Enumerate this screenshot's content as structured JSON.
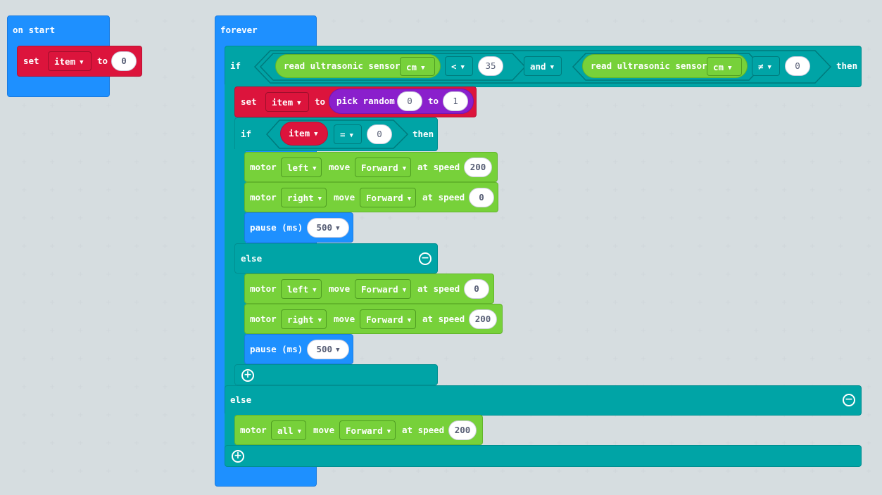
{
  "on_start": {
    "label": "on start",
    "set_label": "set",
    "var": "item",
    "to_label": "to",
    "value": "0"
  },
  "forever": {
    "label": "forever",
    "if_label": "if",
    "then_label": "then",
    "else_label": "else",
    "cond1": {
      "sensor": "read ultrasonic sensor",
      "unit": "cm",
      "op": "<",
      "value": "35"
    },
    "logic_op": "and",
    "cond2": {
      "sensor": "read ultrasonic sensor",
      "unit": "cm",
      "op": "≠",
      "value": "0"
    },
    "set_block": {
      "set_label": "set",
      "var": "item",
      "to_label": "to",
      "random_label": "pick random",
      "from": "0",
      "to_word": "to",
      "to": "1"
    },
    "inner_if": {
      "if_label": "if",
      "var": "item",
      "op": "=",
      "value": "0",
      "then_label": "then",
      "else_label": "else"
    },
    "motor_word": "motor",
    "move_word": "move",
    "at_speed_word": "at speed",
    "pause_label": "pause (ms)",
    "inner_then": [
      {
        "motor": "left",
        "dir": "Forward",
        "speed": "200"
      },
      {
        "motor": "right",
        "dir": "Forward",
        "speed": "0"
      }
    ],
    "inner_then_pause": "500",
    "inner_else": [
      {
        "motor": "left",
        "dir": "Forward",
        "speed": "0"
      },
      {
        "motor": "right",
        "dir": "Forward",
        "speed": "200"
      }
    ],
    "inner_else_pause": "500",
    "outer_else": {
      "motor": "all",
      "dir": "Forward",
      "speed": "200"
    }
  },
  "icons": {
    "add": "plus-circle-icon",
    "remove": "minus-circle-icon",
    "dropdown": "triangle-down-icon"
  },
  "colors": {
    "background": "#ecf0f1",
    "loops": "#1e90ff",
    "logic": "#00a4a6",
    "variables": "#dc143c",
    "motors": "#77d13a",
    "math": "#8a1fcc"
  }
}
